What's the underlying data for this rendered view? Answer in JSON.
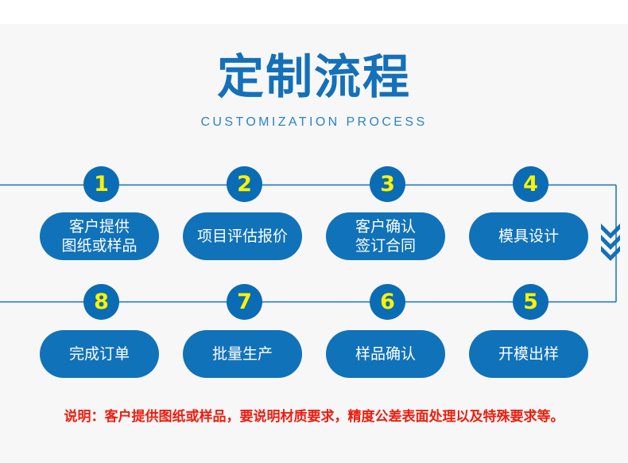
{
  "header": {
    "title": "定制流程",
    "subtitle": "CUSTOMIZATION PROCESS"
  },
  "colors": {
    "title_blue": "#1470b8",
    "subtitle_blue": "#2b84c8",
    "circle_blue": "#0a6cb4",
    "pill_blue": "#1072b9",
    "number_yellow": "#fff200",
    "line_blue": "#1470b8",
    "note_red": "#f01c0e",
    "background": "#f7f7f7"
  },
  "flow": {
    "row_top": [
      {
        "number": "1",
        "label": "客户提供\n图纸或样品"
      },
      {
        "number": "2",
        "label": "项目评估报价"
      },
      {
        "number": "3",
        "label": "客户确认\n签订合同"
      },
      {
        "number": "4",
        "label": "模具设计"
      }
    ],
    "row_bottom": [
      {
        "number": "8",
        "label": "完成订单"
      },
      {
        "number": "7",
        "label": "批量生产"
      },
      {
        "number": "6",
        "label": "样品确认"
      },
      {
        "number": "5",
        "label": "开模出样"
      }
    ],
    "arrow_icon": "double-chevron-down-icon"
  },
  "note": {
    "text": "说明：客户提供图纸或样品，要说明材质要求，精度公差表面处理以及特殊要求等。"
  }
}
